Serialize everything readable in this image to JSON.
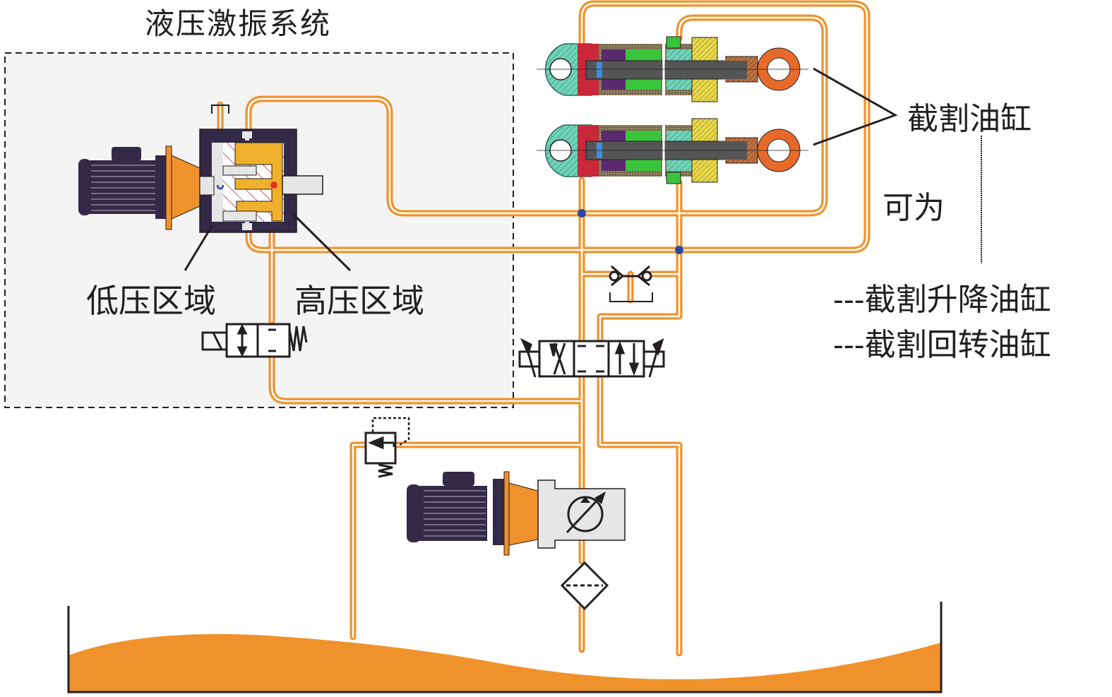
{
  "diagram": {
    "title": "液压激振系统",
    "labels": {
      "cylinders": "截割油缸",
      "may_be": "可为",
      "option_lift": "---截割升降油缸",
      "option_swing": "---截割回转油缸",
      "low_pressure": "低压区域",
      "high_pressure": "高压区域"
    },
    "components": [
      {
        "id": "exciter-motor",
        "name": "Exciter drive motor"
      },
      {
        "id": "rotary-valve",
        "name": "Rotary exciting valve"
      },
      {
        "id": "solenoid-valve-2-2",
        "name": "2/2 solenoid directional valve"
      },
      {
        "id": "cutting-cylinder-1",
        "name": "Cutting cylinder (upper)"
      },
      {
        "id": "cutting-cylinder-2",
        "name": "Cutting cylinder (lower)"
      },
      {
        "id": "shuttle-check-valves",
        "name": "Double check valve"
      },
      {
        "id": "proportional-valve-4-3",
        "name": "4/3 proportional directional valve"
      },
      {
        "id": "relief-valve",
        "name": "Relief valve"
      },
      {
        "id": "pump-motor",
        "name": "Pump drive motor"
      },
      {
        "id": "variable-pump",
        "name": "Variable displacement pump"
      },
      {
        "id": "filter",
        "name": "Filter"
      },
      {
        "id": "oil-tank",
        "name": "Oil tank"
      }
    ],
    "colors": {
      "pipe": "#f0922b",
      "motor": "#332a47",
      "coupling": "#f0922b",
      "junction": "#2b4aa8",
      "cylinder_head": "#6fd3b8",
      "cylinder_green": "#39c43b",
      "cylinder_purple": "#5a2a6e",
      "rod": "#555555",
      "rod_eye": "#e86a2a",
      "oil": "#f0922b",
      "subsystem_bg": "#f4f4f4"
    }
  }
}
